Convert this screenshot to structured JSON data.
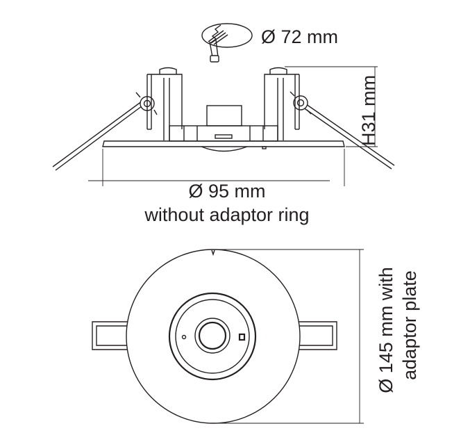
{
  "labels": {
    "cutout_diameter": "Ø 72 mm",
    "height": "H31 mm",
    "outer_diameter": "Ø 95 mm",
    "outer_diameter_note": "without adaptor ring",
    "plate_diameter_line1": "Ø 145 mm with",
    "plate_diameter_line2": "adaptor plate"
  },
  "colors": {
    "line": "#231f20",
    "background": "#ffffff"
  }
}
